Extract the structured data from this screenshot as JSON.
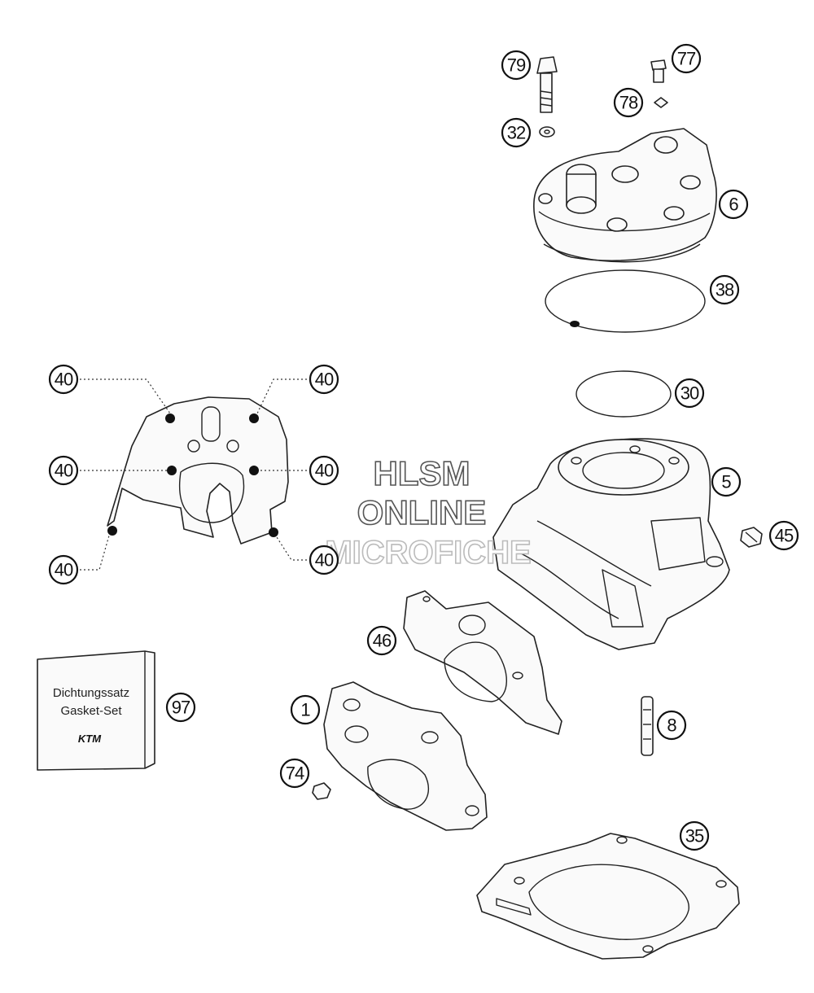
{
  "watermark": {
    "line1": "HLSM",
    "line2": "ONLINE",
    "line3": "MICROFICHE"
  },
  "gasket_kit": {
    "line1": "Dichtungssatz",
    "line2": "Gasket-Set",
    "logo": "KTM"
  },
  "callouts": [
    {
      "id": "79",
      "label": "79"
    },
    {
      "id": "77",
      "label": "77"
    },
    {
      "id": "78",
      "label": "78"
    },
    {
      "id": "32",
      "label": "32"
    },
    {
      "id": "6",
      "label": "6"
    },
    {
      "id": "38",
      "label": "38"
    },
    {
      "id": "30",
      "label": "30"
    },
    {
      "id": "5",
      "label": "5"
    },
    {
      "id": "45",
      "label": "45"
    },
    {
      "id": "40a",
      "label": "40"
    },
    {
      "id": "40b",
      "label": "40"
    },
    {
      "id": "40c",
      "label": "40"
    },
    {
      "id": "40d",
      "label": "40"
    },
    {
      "id": "40e",
      "label": "40"
    },
    {
      "id": "40f",
      "label": "40"
    },
    {
      "id": "46",
      "label": "46"
    },
    {
      "id": "97",
      "label": "97"
    },
    {
      "id": "1",
      "label": "1"
    },
    {
      "id": "8",
      "label": "8"
    },
    {
      "id": "74",
      "label": "74"
    },
    {
      "id": "35",
      "label": "35"
    }
  ]
}
